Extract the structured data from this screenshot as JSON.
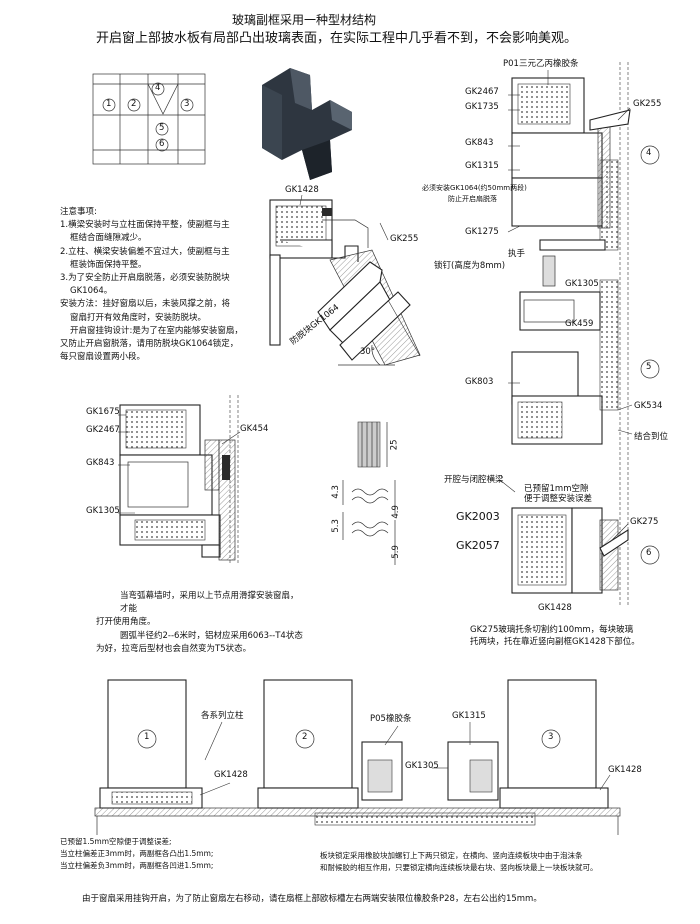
{
  "header": {
    "title": "玻璃副框采用一种型材结构",
    "subtitle": "开启窗上部披水板有局部凸出玻璃表面，在实际工程中几乎看不到，不会影响美观。"
  },
  "grid_markers": [
    "1",
    "2",
    "3",
    "4",
    "5",
    "6"
  ],
  "notes": {
    "heading": "注意事项:",
    "items": [
      "1.横梁安装时与立柱面保持平整，使副框与主",
      "框结合面缝隙减少。",
      "2.立柱、横梁安装偏差不宜过大，使副框与主",
      "框装饰面保持平整。",
      "3.为了安全防止开启扇脱落，必须安装防脱块",
      "GK1064。",
      "安装方法：挂好窗扇以后，未装风撑之前，将",
      "窗扇打开有效角度时，安装防脱块。",
      "开启窗挂钩设计:是为了在室内能够安装窗扇，",
      "又防止开启窗脱落，请用防脱块GK1064锁定，",
      "每只窗扇设置两小段。"
    ]
  },
  "curved_note": [
    "当弯弧幕墙时，采用以上节点用滑撑安装窗扇，才能",
    "打开使用角度。",
    "圆弧半径约2--6米时，铝材应采用6063--T4状态",
    "为好，拉弯后型材也会自然变为T5状态。"
  ],
  "section_labels": {
    "p01": "P01三元乙丙橡胶条",
    "gk2467_r": "GK2467",
    "gk1735": "GK1735",
    "gk255_r": "GK255",
    "gk843_r": "GK843",
    "gk1315_r": "GK1315",
    "must_install": "必须安装GK1064(约50mm两段)",
    "anti_fall": "防止开启扇脱落",
    "gk1275": "GK1275",
    "handle": "执手",
    "screw": "锁钉(高度为8mm)",
    "gk1305_r": "GK1305",
    "gk459": "GK459",
    "gk803": "GK803",
    "gk534": "GK534",
    "joint": "结合到位",
    "transom": "开腔与闭腔横梁",
    "gap_1mm": "已预留1mm空隙",
    "gap_adj": "便于调整安装误差",
    "gk2003": "GK2003",
    "gk2057": "GK2057",
    "gk275": "GK275",
    "gk1428_r": "GK1428",
    "gk275_note1": "GK275玻璃托条切割约100mm，每块玻璃",
    "gk275_note2": "托两块，托在靠近竖向副框GK1428下部位。",
    "gk1428_m": "GK1428",
    "gk255_m": "GK255",
    "gk1064": "防脱块GK1064",
    "angle": "30°",
    "gk1675": "GK1675",
    "gk2467_l": "GK2467",
    "gk454": "GK454",
    "gk843_l": "GK843",
    "gk1305_l": "GK1305",
    "dim_25": "25",
    "dim_43": "4.3",
    "dim_49": "4.9",
    "dim_53": "5.3",
    "dim_59": "5.9"
  },
  "plan_labels": {
    "mullion": "各系列立柱",
    "gk1428_l": "GK1428",
    "p05": "P05橡胶条",
    "gk1315": "GK1315",
    "gk1305": "GK1305",
    "gk1428_r": "GK1428",
    "gap1": "已预留1.5mm空隙便于调整误差;",
    "gap2": "当立柱偏差正3mm时，两副框各凸出1.5mm;",
    "gap3": "当立柱偏差负3mm时，两副框各凹进1.5mm;",
    "lock1": "板块锁定采用橡胶块加螺钉上下两只锁定，在横向、竖向连续板块中由于泡沫条",
    "lock2": "和耐候胶的相互作用，只要锁定横向连续板块最右块、竖向板块最上一块板块就可。",
    "footer": "由于窗扇采用挂钩开启，为了防止窗扇左右移动，请在扇框上部欧标槽左右两端安装限位橡胶条P28，左右公出约15mm。"
  }
}
